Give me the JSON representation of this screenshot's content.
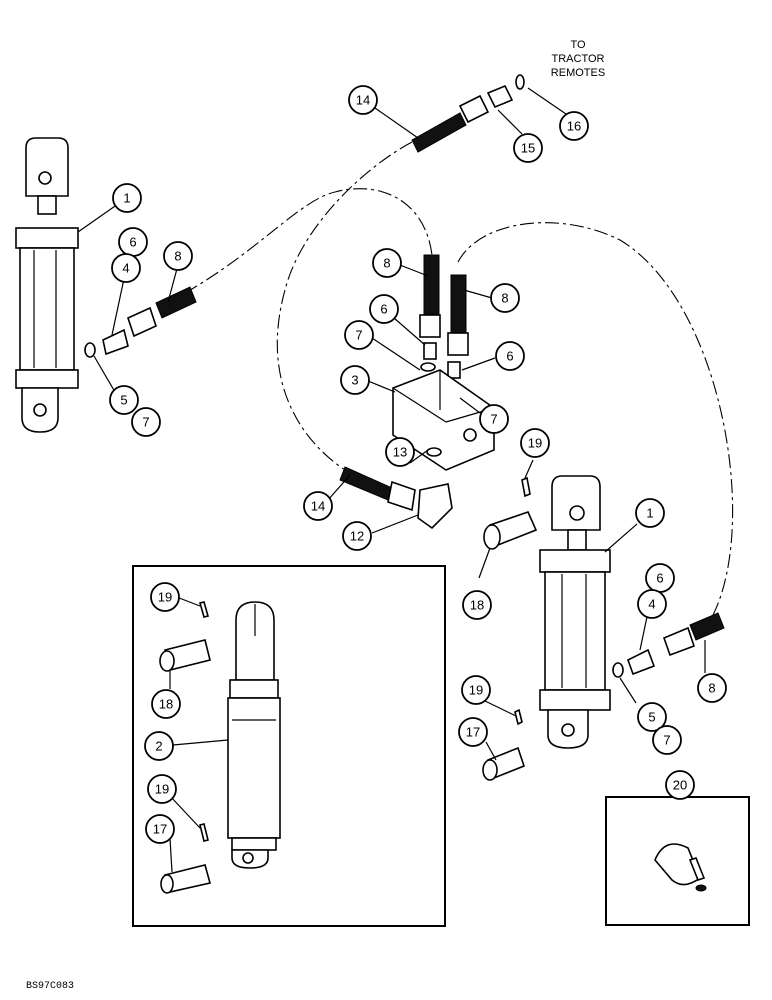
{
  "note": {
    "line1": "TO",
    "line2": "TRACTOR",
    "line3": "REMOTES"
  },
  "reference": "BS97C083",
  "callouts": {
    "c1a": "1",
    "c6a": "6",
    "c4a": "4",
    "c8a": "8",
    "c5a": "5",
    "c7a": "7",
    "c14a": "14",
    "c15": "15",
    "c16": "16",
    "c8b": "8",
    "c8c": "8",
    "c6b": "6",
    "c6c": "6",
    "c7b": "7",
    "c7c": "7",
    "c3": "3",
    "c13": "13",
    "c14b": "14",
    "c12": "12",
    "c19a": "19",
    "c18a": "18",
    "c1b": "1",
    "c6d": "6",
    "c4b": "4",
    "c8d": "8",
    "c5b": "5",
    "c7d": "7",
    "c19b": "19",
    "c17a": "17",
    "c19c": "19",
    "c18b": "18",
    "c2": "2",
    "c19d": "19",
    "c17b": "17",
    "c20": "20"
  }
}
